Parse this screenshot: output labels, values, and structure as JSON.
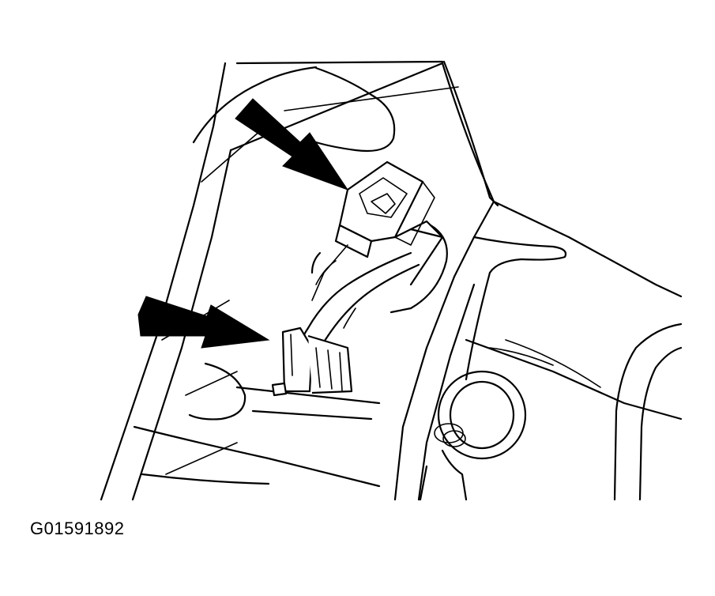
{
  "figure": {
    "id": "G01591892",
    "callouts": [
      {
        "name": "upper-arrow",
        "points_to": "connector-upper"
      },
      {
        "name": "lower-arrow",
        "points_to": "connector-lower"
      }
    ]
  }
}
